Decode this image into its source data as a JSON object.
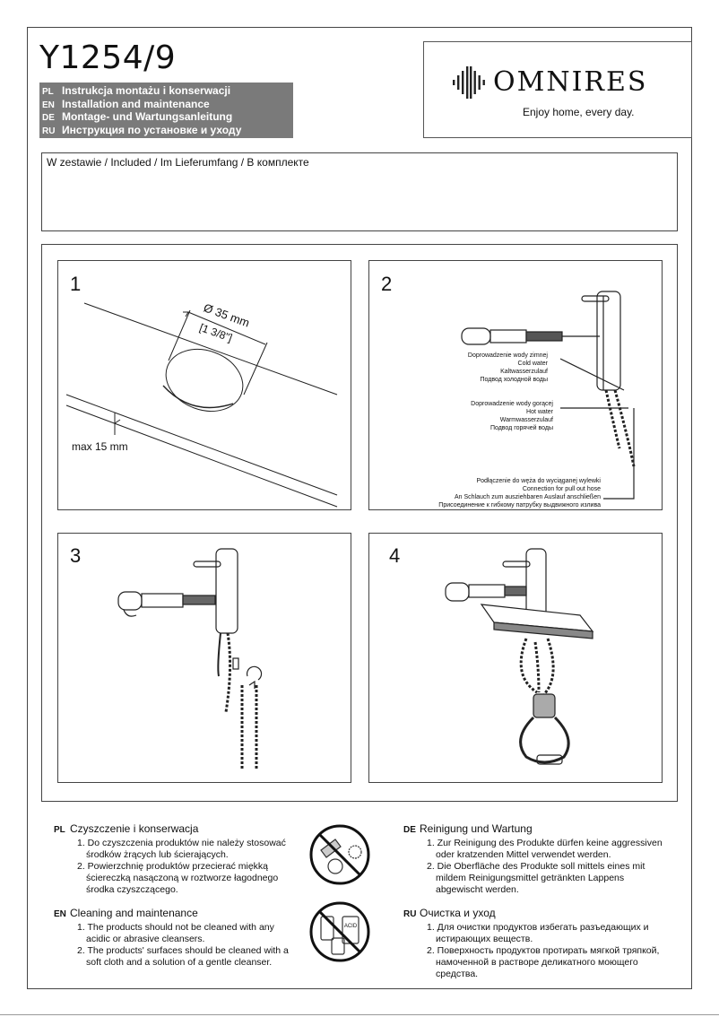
{
  "header": {
    "model": "Y1254/9",
    "languages": [
      {
        "code": "PL",
        "text": "Instrukcja montażu i konserwacji"
      },
      {
        "code": "EN",
        "text": "Installation and maintenance"
      },
      {
        "code": "DE",
        "text": "Montage- und Wartungsanleitung"
      },
      {
        "code": "RU",
        "text": "Инструкция по установке и уходу"
      }
    ]
  },
  "logo": {
    "brand": "OMNIRES",
    "tagline": "Enjoy home, every day."
  },
  "included": {
    "title": "W zestawie / Included / Im Lieferumfang / В комплекте"
  },
  "steps": {
    "step1": {
      "number": "1",
      "diameter": "Ø 35 mm",
      "diameter_inch": "[1 3/8\"]",
      "max_thickness": "max 15 mm"
    },
    "step2": {
      "number": "2",
      "cold_water": [
        "Doprowadzenie wody zimnej",
        "Cold water",
        "Kaltwasserzulauf",
        "Подвод холодной воды"
      ],
      "hot_water": [
        "Doprowadzenie wody gorącej",
        "Hot water",
        "Warmwasserzulauf",
        "Подвод горячей воды"
      ],
      "hose": [
        "Podłączenie do węża do wyciąganej wylewki",
        "Connection for pull out hose",
        "An Schlauch zum ausziehbaren Auslauf anschließen",
        "Присоединение к гибкому патрубку выдвижного излива"
      ]
    },
    "step3": {
      "number": "3"
    },
    "step4": {
      "number": "4"
    }
  },
  "care": {
    "pl": {
      "code": "PL",
      "heading": "Czyszczenie i konserwacja",
      "items": [
        "1. Do czyszczenia produktów nie należy stosować środków żrących lub ścierających.",
        "2. Powierzchnię produktów przecierać miękką ściereczką nasączoną w roztworze łagodnego środka czyszczącego."
      ]
    },
    "en": {
      "code": "EN",
      "heading": "Cleaning and maintenance",
      "items": [
        "1. The products should not be cleaned with any acidic or abrasive cleansers.",
        "2. The products' surfaces should be cleaned with a soft cloth and a solution of a gentle cleanser."
      ]
    },
    "de": {
      "code": "DE",
      "heading": "Reinigung und Wartung",
      "items": [
        "1. Zur Reinigung des Produkte dürfen keine aggressiven oder kratzenden Mittel verwendet werden.",
        "2. Die Oberfläche des Produkte soll mittels eines mit mildem Reinigungsmittel getränkten Lappens abgewischt werden."
      ]
    },
    "ru": {
      "code": "RU",
      "heading": "Очистка и уход",
      "items": [
        "1. Для очистки продуктов избегать разъедающих и истирающих веществ.",
        "2. Поверхность продуктов протирать мягкой тряпкой, намоченной в растворе деликатного моющего средства."
      ]
    },
    "acid_label": "ACID"
  }
}
